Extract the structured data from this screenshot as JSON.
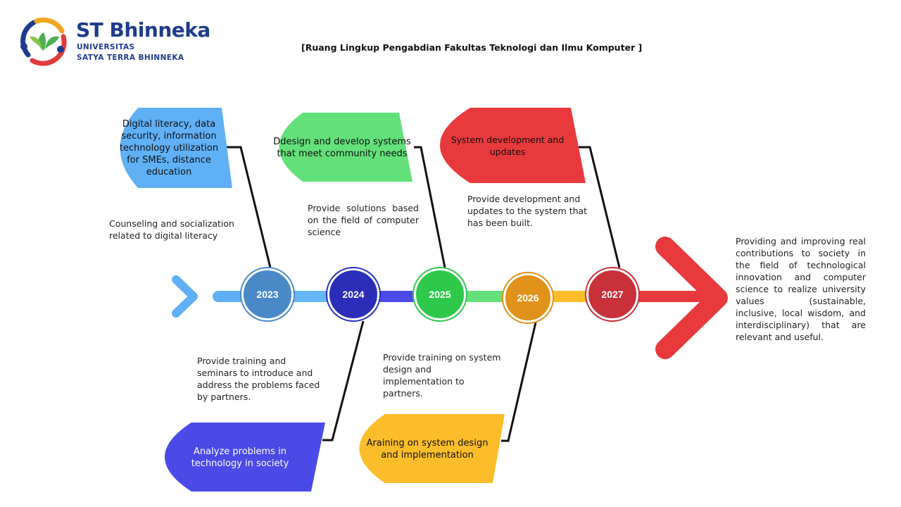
{
  "header": {
    "brand_name": "ST Bhinneka",
    "brand_line1": "UNIVERSITAS",
    "brand_line2": "SATYA TERRA BHINNEKA",
    "title": "[Ruang Lingkup Pengabdian Fakultas Teknologi dan Ilmu Komputer ]"
  },
  "colors": {
    "y2023": "#4a89c8",
    "y2024": "#2a2eb8",
    "y2025": "#2ec84a",
    "y2026": "#e0921a",
    "y2027": "#c8303a",
    "blue_tag": "#5fb0f5",
    "green_tag": "#64e07a",
    "red_tag": "#e8393c",
    "purple_tag": "#4a4ae6",
    "yellow_tag": "#fbbd2a"
  },
  "timeline": {
    "years": [
      "2023",
      "2024",
      "2025",
      "2026",
      "2027"
    ]
  },
  "top_tags": [
    "Digital literacy, data security, information technology utilization for SMEs, distance education",
    "Ddesign and develop systems that meet community needs",
    "System development and updates"
  ],
  "bottom_tags": [
    "Analyze problems in technology in society",
    "Araining on system design and implementation"
  ],
  "notes": {
    "n2023_top": "Counseling and socialization related to digital literacy",
    "n2025_top": "Provide solutions based on the field of computer science",
    "n2027_top": "Provide development and updates to the system that has been built.",
    "n2024_bottom": "Provide training and seminars to introduce and address the problems faced by partners.",
    "n2026_bottom": "Provide training on system design and implementation to partners.",
    "outcome": "Providing and improving real contributions to society in the field of technological innovation and computer science to realize university values (sustainable, inclusive, local wisdom, and interdisciplinary) that are relevant and useful."
  }
}
